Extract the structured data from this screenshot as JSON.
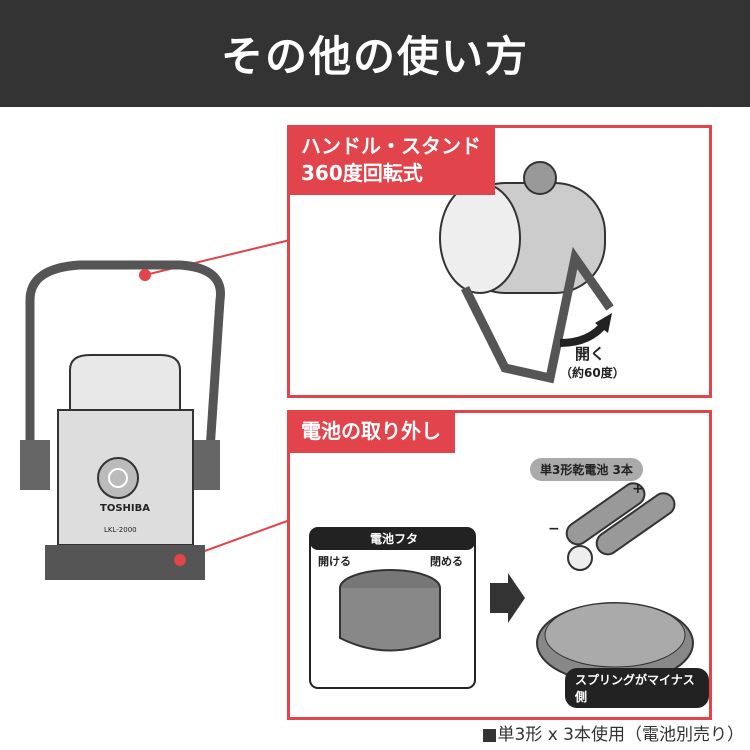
{
  "header": {
    "title": "その他の使い方"
  },
  "section1": {
    "label_line1": "ハンドル・スタンド",
    "label_line2": "360度回転式",
    "open_label": "開く",
    "open_angle": "（約60度）"
  },
  "section2": {
    "label": "電池の取り外し",
    "cover_title": "電池フタ",
    "open": "開ける",
    "close": "閉める",
    "battery_bubble": "単3形乾電池 3本",
    "spring_note": "スプリングがマイナス側",
    "plus": "+",
    "minus": "−"
  },
  "lantern": {
    "brand": "TOSHIBA",
    "model": "LKL-2000"
  },
  "footer": {
    "note": "■単3形 x 3本使用（電池別売り）"
  },
  "colors": {
    "accent": "#e2444c",
    "header_bg": "#333333"
  }
}
